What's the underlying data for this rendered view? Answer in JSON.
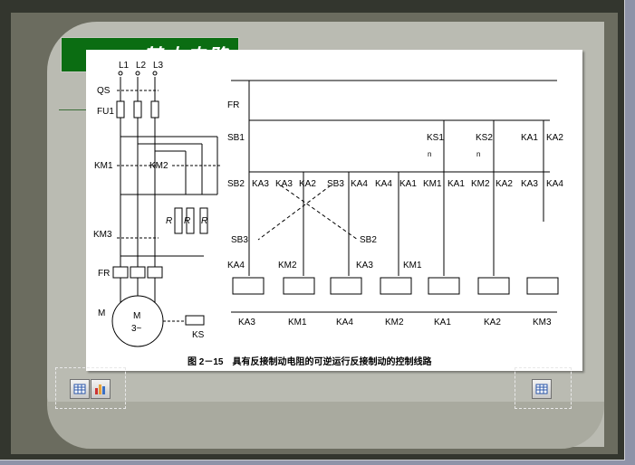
{
  "slide": {
    "title": "基本电路"
  },
  "figure": {
    "caption": "图 2－15　具有反接制动电阻的可逆运行反接制动的控制线路",
    "main_circuit": {
      "phase_labels": [
        "L1",
        "L2",
        "L3"
      ],
      "component_labels": {
        "switch": "QS",
        "fuse": "FU1",
        "forward_contactor": "KM1",
        "reverse_contactor": "KM2",
        "brake_contactor": "KM3",
        "thermal_relay": "FR",
        "motor": "M",
        "motor_rating": "3~",
        "speed_relay": "KS",
        "resistor": "R"
      }
    },
    "control_circuit": {
      "left_labels": {
        "fr": "FR",
        "sb1": "SB1",
        "sb2": "SB2",
        "sb3_left": "SB3",
        "ka4_left": "KA4"
      },
      "contact_row_labels": [
        "KA3",
        "KA3",
        "KA2",
        "SB3",
        "KA4",
        "KA4",
        "KA1",
        "KM1",
        "KA1",
        "KM2",
        "KA2",
        "KA3",
        "KA4"
      ],
      "top_contact_labels": [
        "KS1",
        "KS2",
        "KA1",
        "KA2"
      ],
      "lower_contact_labels": [
        "KM2",
        "KA3",
        "KM1"
      ],
      "sb2_right": "SB2",
      "coil_labels": [
        "KA3",
        "KM1",
        "KA4",
        "KM2",
        "KA1",
        "KA2",
        "KM3"
      ],
      "speed_symbol": "n"
    }
  },
  "navigation": {
    "left_buttons": [
      "table-icon",
      "chart-icon"
    ],
    "right_buttons": [
      "table-icon"
    ]
  }
}
